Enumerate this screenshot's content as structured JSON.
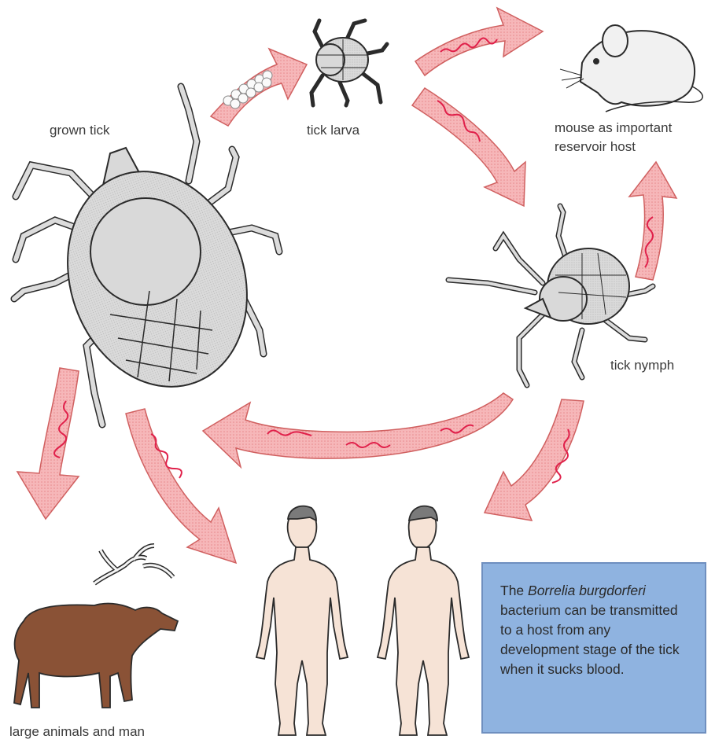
{
  "labels": {
    "grown_tick": "grown tick",
    "tick_larva": "tick larva",
    "mouse_line1": "mouse as important",
    "mouse_line2": "reservoir host",
    "tick_nymph": "tick nymph",
    "large_animals": "large animals and man"
  },
  "info_box": {
    "prefix": "The ",
    "species": "Borrelia burgdorferi",
    "rest": " bacterium can be transmitted to a host from any development stage of the tick when it sucks blood."
  },
  "colors": {
    "arrow_fill": "#f6b7b9",
    "bacteria": "#e0204a",
    "tick_body": "#d9d9d9",
    "outline": "#2b2b2b",
    "skin": "#f6e3d6",
    "elk": "#8a5236",
    "info_bg": "#8fb3e0"
  }
}
